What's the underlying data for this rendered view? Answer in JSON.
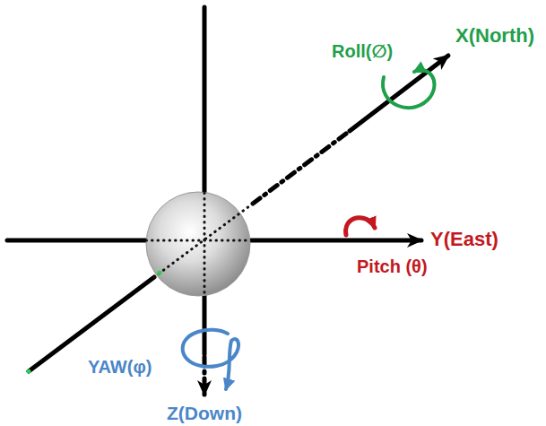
{
  "diagram": {
    "labels": [
      "X(North)",
      "Roll(∅)",
      "Y(East)",
      "Pitch (θ)",
      "YAW(φ)",
      "Z(Down)"
    ]
  }
}
